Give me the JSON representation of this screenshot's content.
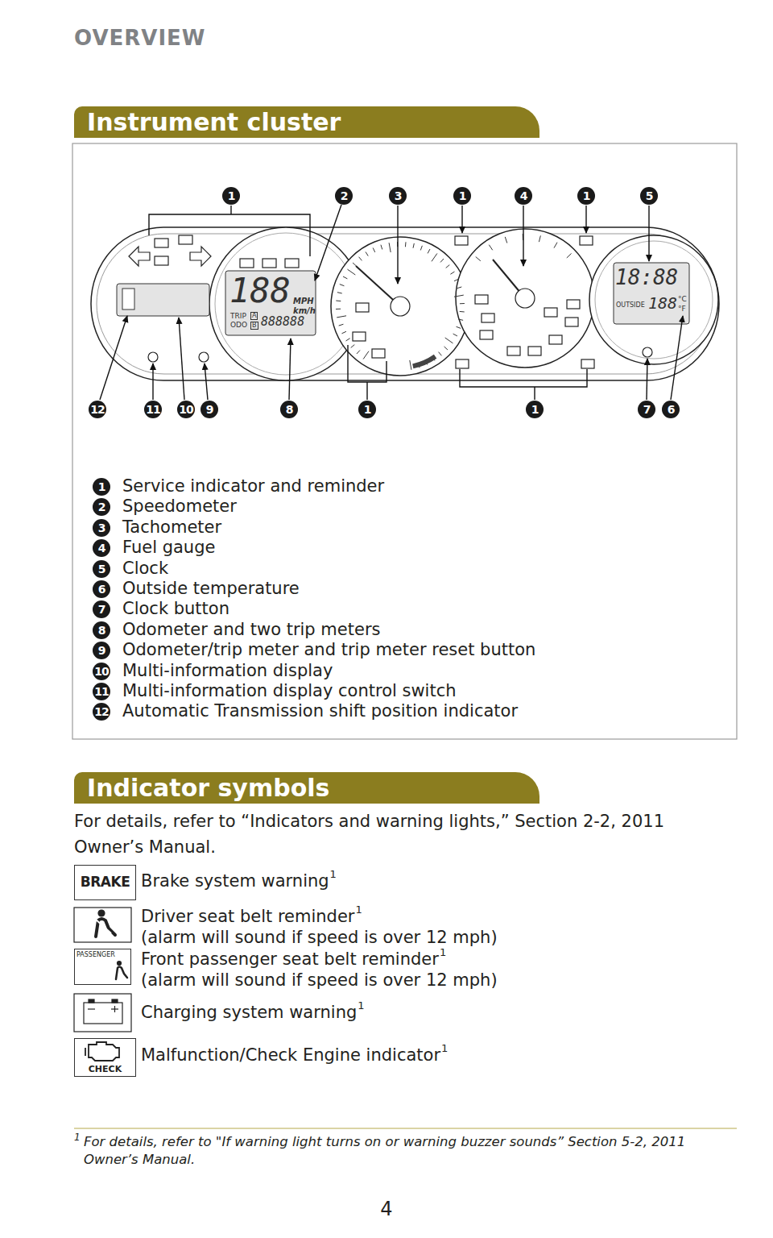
{
  "diagram": {
    "title": "OVERVIEW",
    "nodes": [
      {
        "text": [
          "Instrument cluster"
        ]
      },
      {
        "text": [
          "Indicator symbols"
        ]
      },
      {
        "text": [
          "BRAKE"
        ]
      },
      {
        "text": [
          "PASSENGER"
        ]
      },
      {
        "text": [
          "CHECK"
        ]
      }
    ],
    "labels": [
      "1",
      "2",
      "3",
      "1",
      "4",
      "1",
      "5",
      "188",
      "MPH",
      "km/h",
      "TRIP",
      "A",
      "ODO",
      "B",
      "888888",
      "18:88",
      "OUTSIDE",
      "188",
      "°C",
      "°F",
      "12",
      "11",
      "10",
      "9",
      "8",
      "1",
      "1",
      "7",
      "6",
      "1",
      "Service indicator and reminder",
      "2",
      "Speedometer",
      "3",
      "Tachometer",
      "4",
      "Fuel gauge",
      "5",
      "Clock",
      "6",
      "Outside temperature",
      "7",
      "Clock button",
      "8",
      "Odometer and two trip meters",
      "9",
      "Odometer/trip meter and trip meter reset button",
      "10",
      "Multi-information display",
      "11",
      "Multi-information display control switch",
      "12",
      "Automatic Transmission shift position indicator",
      "For details, refer to “Indicators and warning lights,” Section 2-2, 2011 Owner’s Manual.",
      "Brake system warning",
      "1",
      "Driver seat belt reminder",
      "1",
      "(alarm will sound if speed is over 12 mph)",
      "Front passenger seat belt reminder",
      "1",
      "(alarm will sound if speed is over 12 mph)",
      "Charging system warning",
      "1",
      "Malfunction/Check Engine indicator",
      "1",
      "1",
      "For details, refer to \"If warning light turns on or warning buzzer sounds” Section 5-2, 2011 Owner’s Manual.",
      "4"
    ]
  }
}
